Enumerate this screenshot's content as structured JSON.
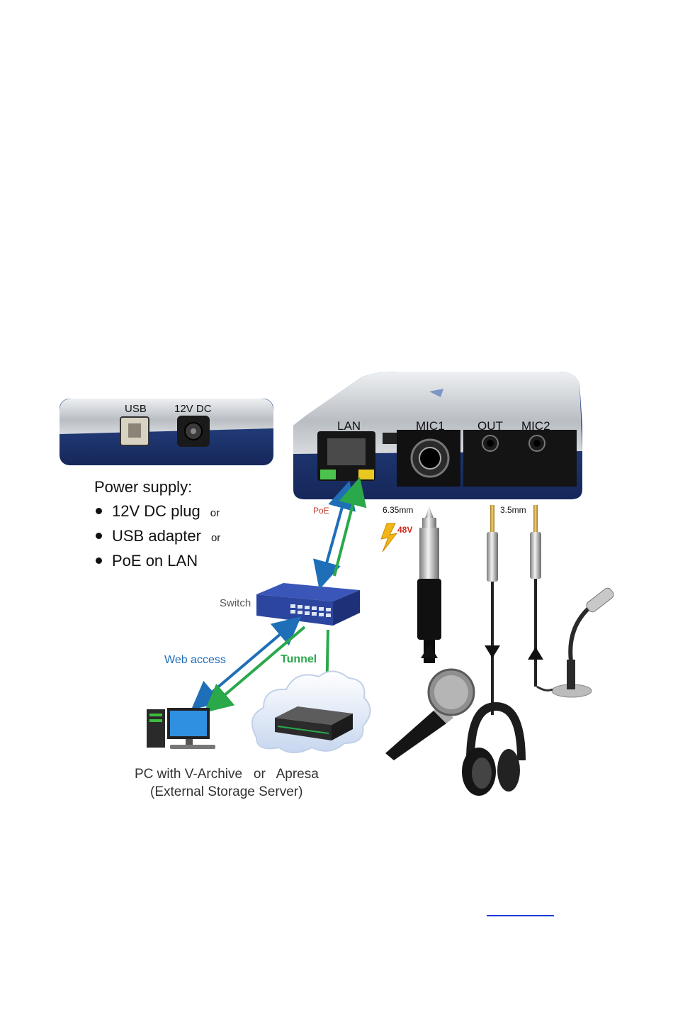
{
  "device_back": {
    "usb_label": "USB",
    "dc_label": "12V DC"
  },
  "device_front": {
    "lan_label": "LAN",
    "mic1_label": "MIC1",
    "out_label": "OUT",
    "mic2_label": "MIC2"
  },
  "power_supply": {
    "title": "Power supply:",
    "items": [
      {
        "text": "12V DC plug",
        "suffix": "or"
      },
      {
        "text": "USB adapter",
        "suffix": "or"
      },
      {
        "text": "PoE on LAN",
        "suffix": ""
      }
    ]
  },
  "connections": {
    "poe_label": "PoE",
    "jack_635_label": "6.35mm",
    "phantom_label": "48V",
    "jack_35_label": "3.5mm",
    "switch_label": "Switch",
    "web_access_label": "Web access",
    "tunnel_label": "Tunnel"
  },
  "storage": {
    "line1_a": "PC with V-Archive",
    "line1_or": "or",
    "line1_b": "Apresa",
    "line2": "(External Storage Server)"
  },
  "colors": {
    "blue_arrow": "#1e6fb8",
    "green_arrow": "#2aa84a",
    "poe_red": "#c0392b",
    "device_blue": "#1f3a78",
    "device_silver": "#c9cdd2"
  }
}
